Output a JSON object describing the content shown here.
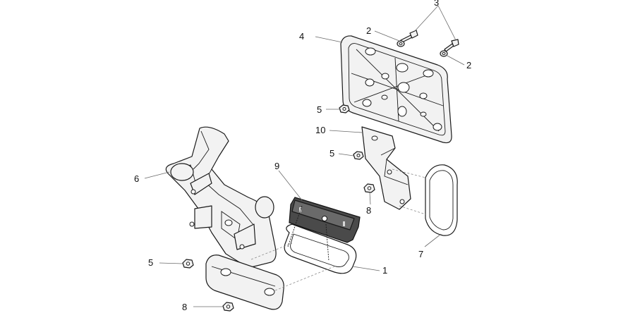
{
  "callouts": {
    "c1": "1",
    "c2a": "2",
    "c2b": "2",
    "c3": "3",
    "c4": "4",
    "c5a": "5",
    "c5b": "5",
    "c5c": "5",
    "c6": "6",
    "c7": "7",
    "c8a": "8",
    "c8b": "8",
    "c9": "9",
    "c10": "10"
  }
}
